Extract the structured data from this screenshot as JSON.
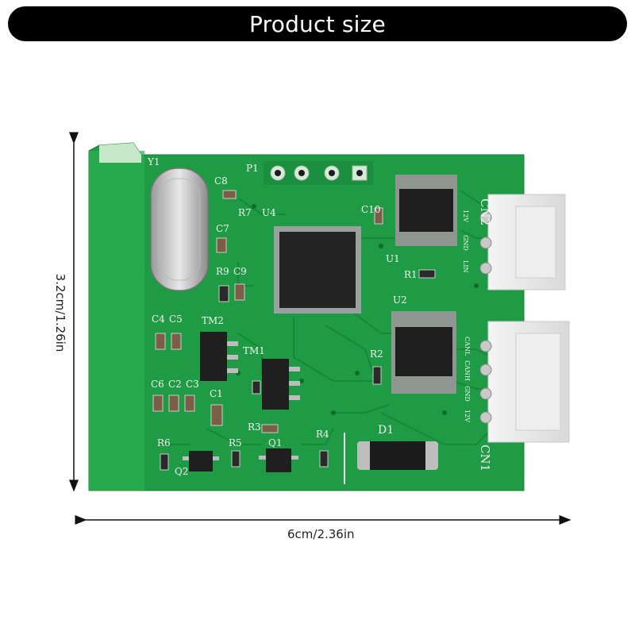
{
  "header": {
    "title": "Product size"
  },
  "dimensions": {
    "width_label": "6cm/2.36in",
    "height_label": "3.2cm/1.26in"
  },
  "board": {
    "color": "#2bab4f",
    "designators": {
      "y1": "Y1",
      "p1": "P1",
      "c8": "C8",
      "r7": "R7",
      "u4": "U4",
      "c10": "C10",
      "c7": "C7",
      "r9": "R9",
      "c9": "C9",
      "u1": "U1",
      "r1": "R1",
      "u2": "U2",
      "c4": "C4",
      "c5": "C5",
      "tm2": "TM2",
      "tm1": "TM1",
      "r2": "R2",
      "c6": "C6",
      "c2": "C2",
      "c3": "C3",
      "c1": "C1",
      "r3": "R3",
      "r4": "R4",
      "d1": "D1",
      "r6": "R6",
      "r5": "R5",
      "q1": "Q1",
      "q2": "Q2",
      "cn1": "CN1",
      "cn2": "CN2"
    },
    "cn2_pins": {
      "p1": "12V",
      "p2": "GND",
      "p3": "LIN"
    },
    "cn1_pins": {
      "p1": "CANL",
      "p2": "CANH",
      "p3": "GND",
      "p4": "12V"
    }
  }
}
